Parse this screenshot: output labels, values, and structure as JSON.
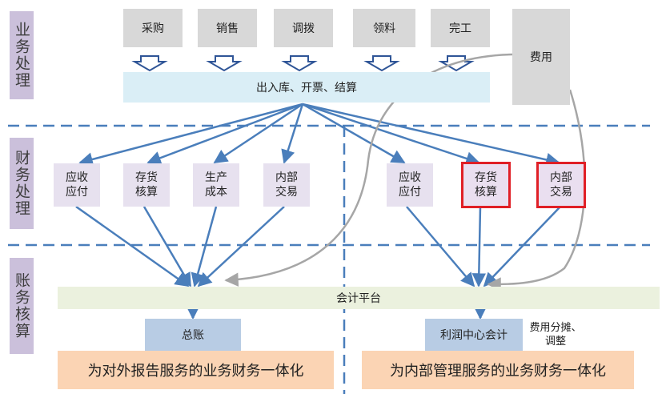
{
  "lanes": [
    "业务处理",
    "财务处理",
    "账务核算"
  ],
  "ops": [
    "采购",
    "销售",
    "调拨",
    "领料",
    "完工"
  ],
  "fee": "费用",
  "io_bar": "出入库、开票、结算",
  "left_fin": [
    "应收\n应付",
    "存货\n核算",
    "生产\n成本",
    "内部\n交易"
  ],
  "right_fin": [
    "应收\n应付",
    "存货\n核算",
    "内部\n交易"
  ],
  "platform": "会计平台",
  "ledger": "总账",
  "profit_center": "利润中心会计",
  "fee_alloc": "费用分摊、\n调整",
  "external": "为对外报告服务的业务财务一体化",
  "internal": "为内部管理服务的业务财务一体化",
  "colors": {
    "lane": "#cbc0db",
    "op": "#d8d8d8",
    "io_bar": "#daeef6",
    "fin": "#e7e1ef",
    "highlight_border": "#e01f26",
    "platform": "#ebf1de",
    "ledger": "#b8cce4",
    "bottom": "#fbd4b4",
    "arrow": "#4a7ebb",
    "curve": "#a6a6a6"
  }
}
